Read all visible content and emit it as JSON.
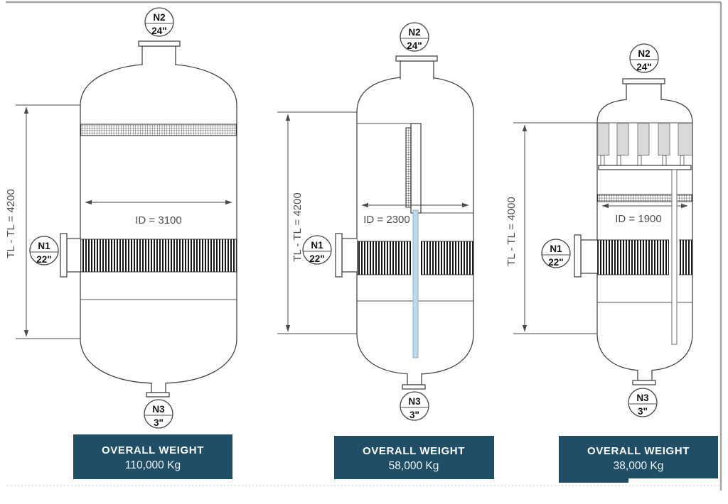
{
  "drawing": {
    "accent_color": "#1f4e66",
    "frame_color": "#a3a3a3",
    "line_color": "#474747"
  },
  "vessels": [
    {
      "name": "vessel-1",
      "tl_label": "TL - TL = 4200",
      "id_label": "ID = 3100",
      "nozzle_top": {
        "tag": "N2",
        "size": "24\""
      },
      "nozzle_side": {
        "tag": "N1",
        "size": "22\""
      },
      "nozzle_bottom": {
        "tag": "N3",
        "size": "3\""
      },
      "weight": {
        "title": "OVERALL WEIGHT",
        "value": "110,000 Kg"
      }
    },
    {
      "name": "vessel-2",
      "tl_label": "TL - TL = 4200",
      "id_label": "ID = 2300",
      "pipe_color": "#b9dbe6",
      "nozzle_top": {
        "tag": "N2",
        "size": "24\""
      },
      "nozzle_side": {
        "tag": "N1",
        "size": "22\""
      },
      "nozzle_bottom": {
        "tag": "N3",
        "size": "3\""
      },
      "weight": {
        "title": "OVERALL WEIGHT",
        "value": "58,000 Kg"
      }
    },
    {
      "name": "vessel-3",
      "tl_label": "TL - TL = 4000",
      "id_label": "ID = 1900",
      "cyclone_fill": "#d9d9d9",
      "nozzle_top": {
        "tag": "N2",
        "size": "24\""
      },
      "nozzle_side": {
        "tag": "N1",
        "size": "22\""
      },
      "nozzle_bottom": {
        "tag": "N3",
        "size": "3\""
      },
      "weight": {
        "title": "OVERALL WEIGHT",
        "value": "38,000 Kg"
      }
    }
  ]
}
